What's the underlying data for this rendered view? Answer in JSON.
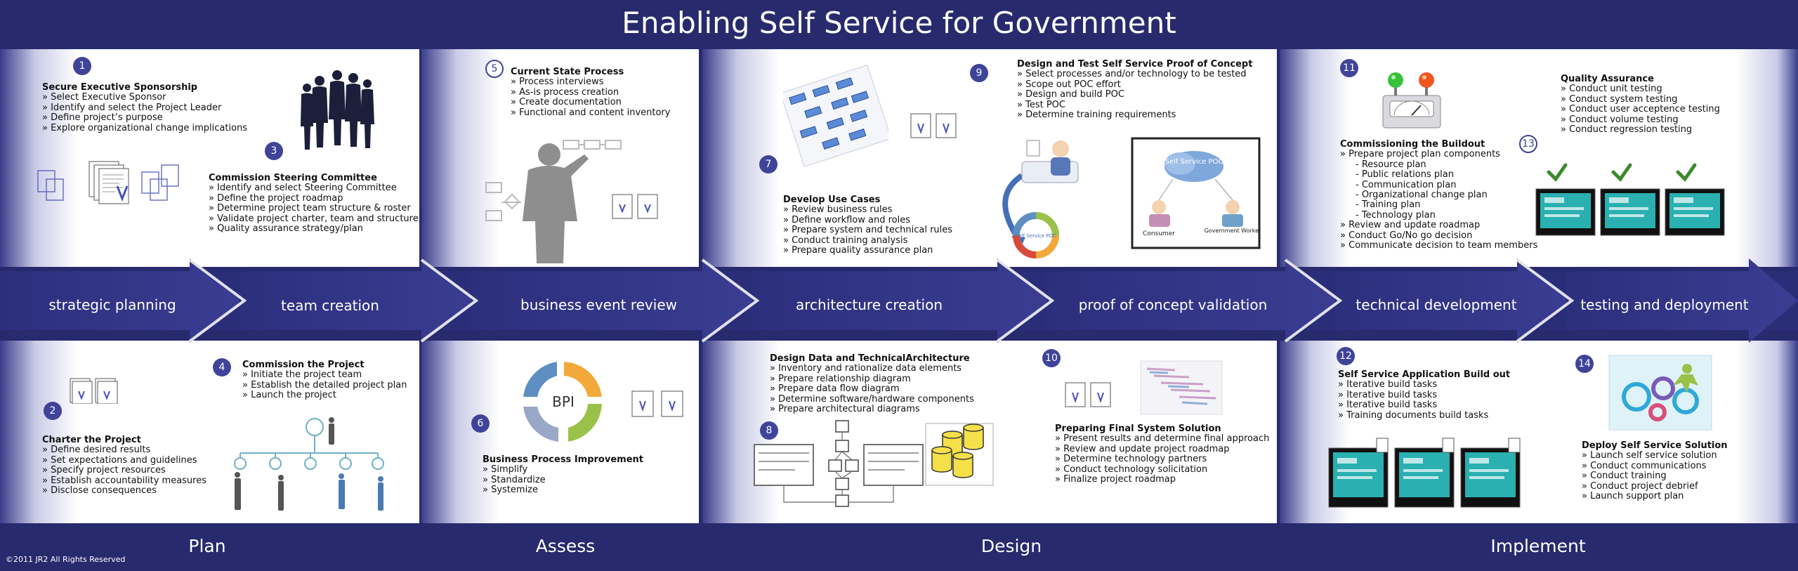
{
  "title": "Enabling Self Service for Government",
  "stages": [
    {
      "label": "strategic planning"
    },
    {
      "label": "team creation"
    },
    {
      "label": "business event review"
    },
    {
      "label": "architecture creation"
    },
    {
      "label": "proof of concept validation"
    },
    {
      "label": "technical development"
    },
    {
      "label": "testing and deployment"
    }
  ],
  "phases": [
    "Plan",
    "Assess",
    "Design",
    "Implement"
  ],
  "copyright": "©2011 JR2 All Rights Reserved",
  "steps": [
    {
      "num": "1",
      "heading": "Secure Executive Sponsorship",
      "items": [
        "Select Executive Sponsor",
        "Identify and select the Project Leader",
        "Define project’s purpose",
        "Explore organizational change implications"
      ]
    },
    {
      "num": "2",
      "heading": "Charter the Project",
      "items": [
        "Define desired results",
        "Set expectations and guidelines",
        "Specify project resources",
        "Establish accountability measures",
        "Disclose consequences"
      ]
    },
    {
      "num": "3",
      "heading": "Commission Steering Committee",
      "items": [
        "Identify and select Steering Committee",
        "Define the project roadmap",
        "Determine project team structure & roster",
        "Validate project charter, team and structure",
        "Quality assurance strategy/plan"
      ]
    },
    {
      "num": "4",
      "heading": "Commission the Project",
      "items": [
        "Initiate the project team",
        "Establish the detailed project plan",
        "Launch the project"
      ]
    },
    {
      "num": "5",
      "heading": "Current State Process",
      "items": [
        "Process interviews",
        "As-is process creation",
        "Create documentation",
        "Functional and content inventory"
      ]
    },
    {
      "num": "6",
      "heading": "Business Process Improvement",
      "items": [
        "Simplify",
        "Standardize",
        "Systemize"
      ]
    },
    {
      "num": "7",
      "heading": "Develop Use Cases",
      "items": [
        "Review business rules",
        "Define workflow and roles",
        "Prepare system and technical rules",
        "Conduct training analysis",
        "Prepare quality assurance plan"
      ]
    },
    {
      "num": "8",
      "heading": "Design Data and TechnicalArchitecture",
      "items": [
        "Inventory and rationalize data elements",
        "Prepare relationship diagram",
        "Prepare data flow diagram",
        "Determine software/hardware components",
        "Prepare architectural diagrams"
      ]
    },
    {
      "num": "9",
      "heading": "Design and Test Self Service Proof of Concept",
      "items": [
        "Select processes and/or technology to be tested",
        "Scope out POC effort",
        "Design and build POC",
        "Test POC",
        "Determine training requirements"
      ]
    },
    {
      "num": "10",
      "heading": "Preparing Final System Solution",
      "items": [
        "Present results and determine final approach",
        "Review and update project roadmap",
        "Determine technology partners",
        "Conduct technology solicitation",
        "Finalize project roadmap"
      ]
    },
    {
      "num": "11",
      "heading": "Commissioning the Buildout",
      "items": [
        "Prepare project plan components"
      ],
      "subitems": [
        "Resource plan",
        "Public relations plan",
        "Communication plan",
        "Organizational change plan",
        "Training plan",
        "Technology plan"
      ],
      "items2": [
        "Review and update roadmap",
        "Conduct Go/No go decision",
        "Communicate decision to team members"
      ]
    },
    {
      "num": "12",
      "heading": "Self Service Application Build out",
      "items": [
        "Iterative build tasks",
        "Iterative build tasks",
        "Iterative build tasks",
        "Training documents build tasks"
      ]
    },
    {
      "num": "13",
      "heading": "Quality Assurance",
      "items": [
        "Conduct unit testing",
        "Conduct system testing",
        "Conduct user acceptence testing",
        "Conduct volume testing",
        "Conduct regression testing"
      ]
    },
    {
      "num": "14",
      "heading": "Deploy Self Service Solution",
      "items": [
        "Launch self service solution",
        "Conduct communications",
        "Conduct training",
        "Conduct project debrief",
        "Launch support plan"
      ]
    }
  ],
  "illustration_text": {
    "bpi": "BPI",
    "poc_cloud": "Self Service POC",
    "consumer": "Consumer",
    "government_worker": "Government Worker",
    "cycle": "Self Service POC"
  },
  "colors": {
    "navy": "#272a6c",
    "band": "#2f3182",
    "badge": "#3f4498",
    "check": "#3a8a2a"
  }
}
